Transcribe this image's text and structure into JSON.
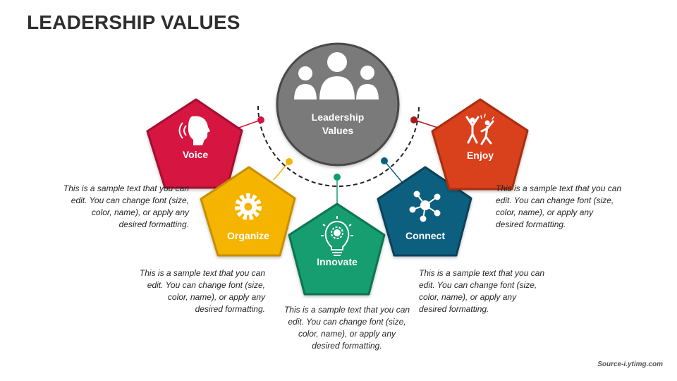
{
  "title": "LEADERSHIP VALUES",
  "center": {
    "line1": "Leadership",
    "line2": "Values"
  },
  "items": [
    {
      "label": "Voice",
      "color": "#d6163f",
      "icon": "speaking-head-icon",
      "text": "This is a sample text that you can edit. You can change font (size, color, name), or apply any desired formatting."
    },
    {
      "label": "Organize",
      "color": "#f5b400",
      "icon": "gear-icon",
      "text": "This is a sample text that you can edit. You can change font (size, color, name), or apply any desired formatting."
    },
    {
      "label": "Innovate",
      "color": "#129d6f",
      "icon": "lightbulb-gear-icon",
      "text": "This is a sample text that you can edit. You can change font (size, color, name), or apply any desired formatting."
    },
    {
      "label": "Connect",
      "color": "#0c5f80",
      "icon": "network-icon",
      "text": "This is a sample text that you can edit. You can change font (size, color, name), or apply any desired formatting."
    },
    {
      "label": "Enjoy",
      "color": "#d9411b",
      "icon": "celebrating-people-icon",
      "text": "This is a sample text that you can edit. You can change font (size, color, name), or apply any desired formatting."
    }
  ],
  "center_color": "#7a7a7a",
  "source": "Source-i.ytimg.com"
}
